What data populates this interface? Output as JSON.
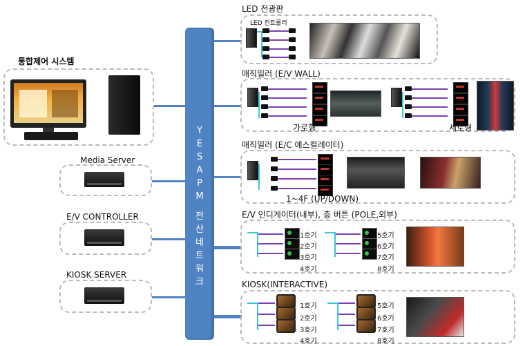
{
  "backbone": {
    "label_chars": [
      "Y",
      "E",
      "S",
      "A",
      "P",
      "M",
      "",
      "전",
      "산",
      "네",
      "트",
      "워",
      "크"
    ]
  },
  "left": {
    "integrated_title": "통합제어 시스템",
    "media_server": "Media Server",
    "ev_controller": "E/V CONTROLLER",
    "kiosk_server": "KIOSK SERVER"
  },
  "sections": {
    "led": {
      "title": "LED 전광판",
      "controller_label": "LED 컨트롤러"
    },
    "magic_ev": {
      "title": "매직밀러 (E/V WALL)",
      "caption_left": "가로형",
      "caption_right": "세로형"
    },
    "magic_ec": {
      "title": "매직밀러 (E/C 에스컬레이터)",
      "caption": "1~4F (UP/DOWN)"
    },
    "indicator": {
      "title": "E/V 인디게이터(내부), 층 버튼 (POLE,외부)",
      "left_units": [
        "1호기",
        "2호기",
        "3호기",
        "4호기"
      ],
      "right_units": [
        "5호기",
        "6호기",
        "7호기",
        "8호기"
      ]
    },
    "kiosk": {
      "title": "KIOSK(INTERACTIVE)",
      "left_units": [
        "1호기",
        "2호기",
        "3호기",
        "4호기"
      ],
      "right_units": [
        "5호기",
        "6호기",
        "7호기",
        "8호기"
      ]
    }
  },
  "colors": {
    "backbone": "#4f83c4",
    "fan": "#3cc7d8",
    "cable": "#7a3fb0",
    "border": "#b9b9b9"
  }
}
